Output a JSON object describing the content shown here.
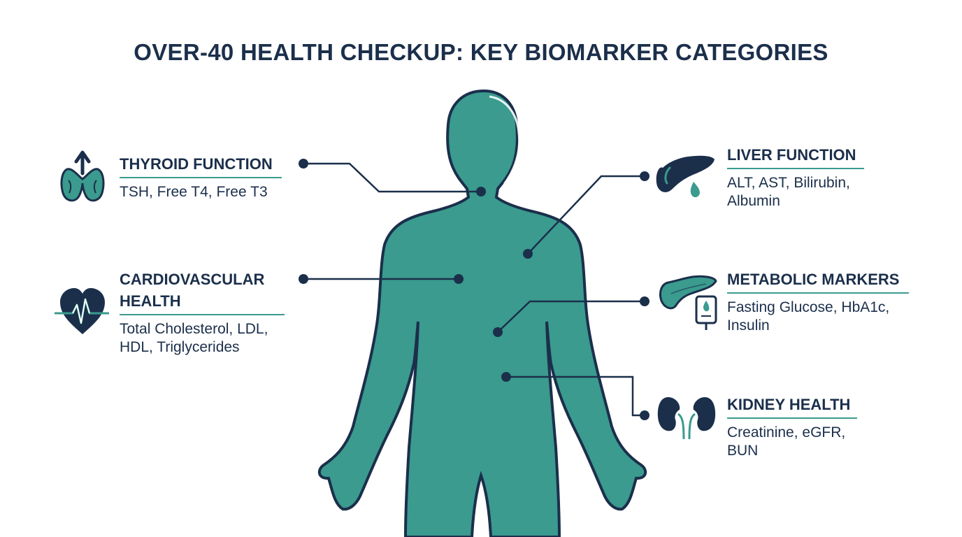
{
  "title": "OVER-40 HEALTH CHECKUP: KEY BIOMARKER CATEGORIES",
  "colors": {
    "navy": "#1b2f4b",
    "teal": "#3a9b8e",
    "body_fill": "#3a9b8e",
    "background": "#ffffff"
  },
  "categories": {
    "thyroid": {
      "title": "THYROID FUNCTION",
      "markers": "TSH, Free T4, Free T3",
      "icon": "thyroid-icon"
    },
    "cardio": {
      "title": "CARDIOVASCULAR\nHEALTH",
      "markers": "Total Cholesterol, LDL,\nHDL, Triglycerides",
      "icon": "heart-pulse-icon"
    },
    "liver": {
      "title": "LIVER FUNCTION",
      "markers": "ALT, AST, Bilirubin,\nAlbumin",
      "icon": "liver-icon"
    },
    "metabolic": {
      "title": "METABOLIC MARKERS",
      "markers": "Fasting Glucose, HbA1c,\nInsulin",
      "icon": "pancreas-glucose-meter-icon"
    },
    "kidney": {
      "title": "KIDNEY HEALTH",
      "markers": "Creatinine, eGFR, BUN",
      "icon": "kidneys-icon"
    }
  }
}
